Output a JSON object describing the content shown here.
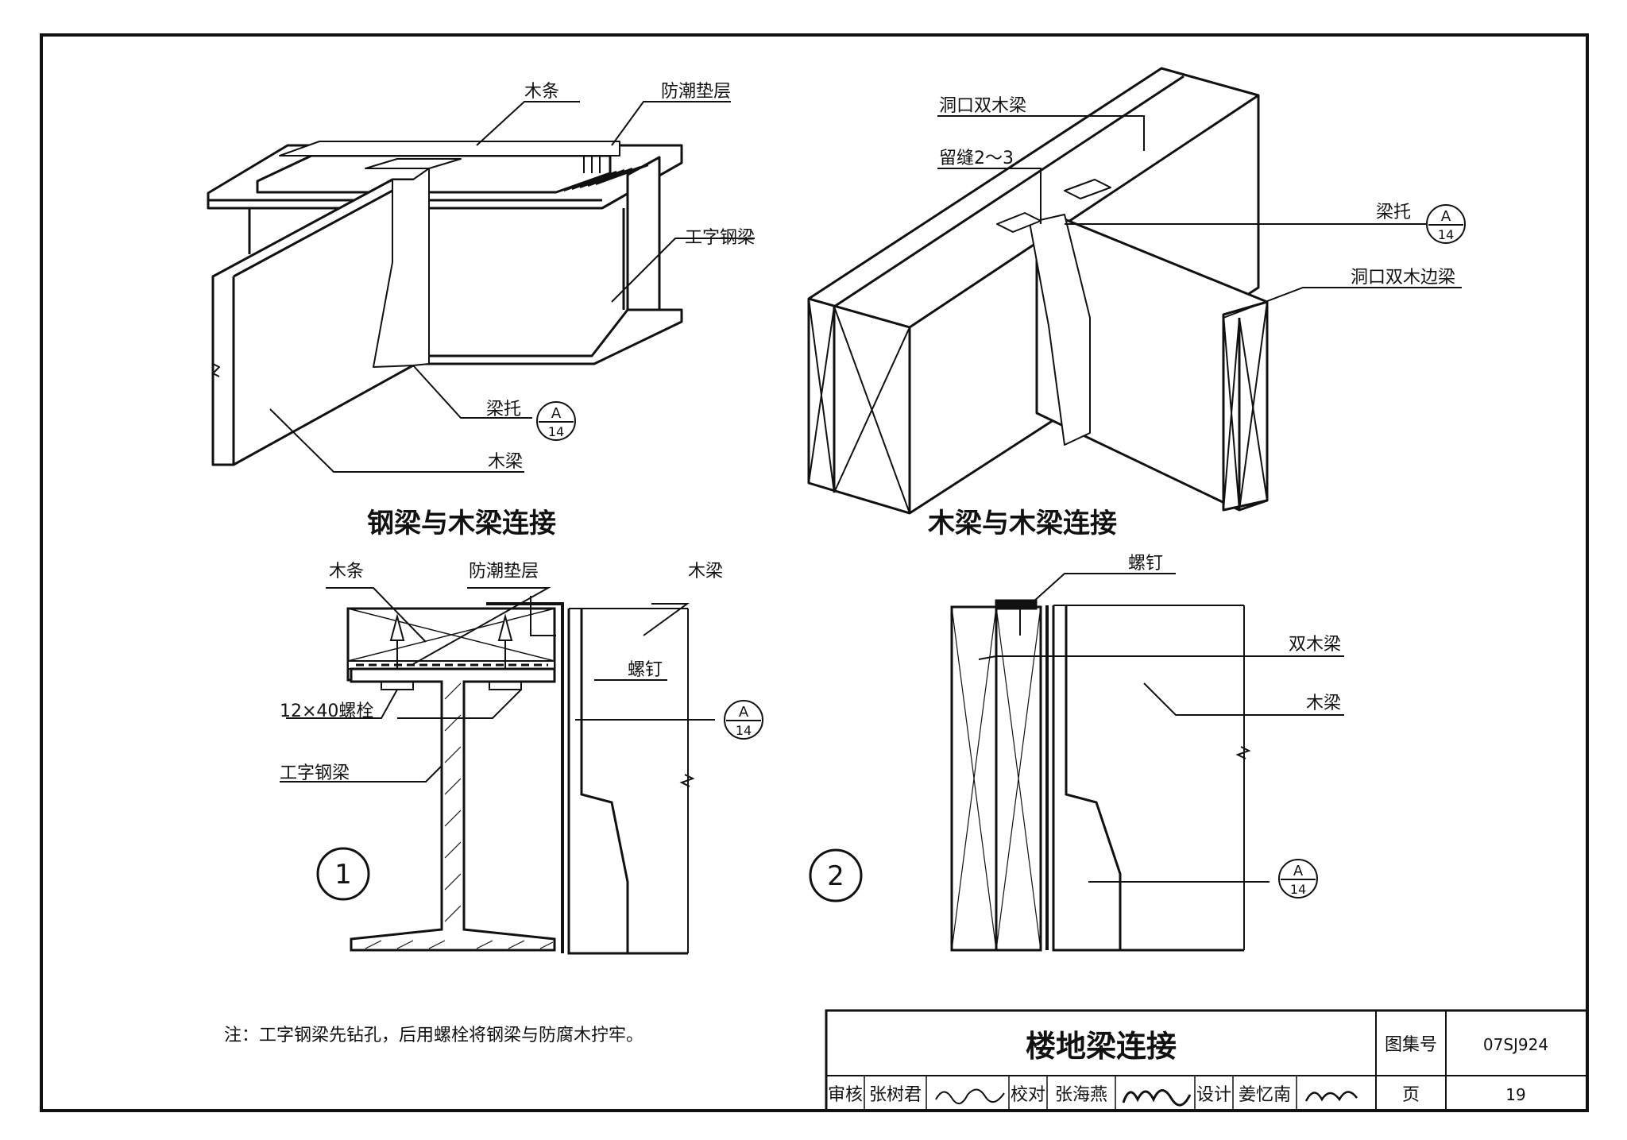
{
  "figure1": {
    "title": "钢梁与木梁连接",
    "labels": {
      "purlin": "木条",
      "moisture_pad": "防潮垫层",
      "i_beam": "工字钢梁",
      "hanger": "梁托",
      "wood_beam": "木梁"
    },
    "ref": {
      "letter": "A",
      "sheet": "14"
    }
  },
  "figure2": {
    "title": "木梁与木梁连接",
    "labels": {
      "double_beam": "洞口双木梁",
      "gap": "留缝2～3",
      "hanger": "梁托",
      "double_edge_beam": "洞口双木边梁"
    },
    "ref": {
      "letter": "A",
      "sheet": "14"
    }
  },
  "detail1": {
    "number": "1",
    "labels": {
      "purlin": "木条",
      "moisture_pad": "防潮垫层",
      "wood_beam": "木梁",
      "nail": "螺钉",
      "bolt": "12×40螺栓",
      "i_beam": "工字钢梁"
    },
    "ref": {
      "letter": "A",
      "sheet": "14"
    }
  },
  "detail2": {
    "number": "2",
    "labels": {
      "nail": "螺钉",
      "double_beam": "双木梁",
      "wood_beam": "木梁"
    },
    "ref": {
      "letter": "A",
      "sheet": "14"
    }
  },
  "note": "注：工字钢梁先钻孔，后用螺栓将钢梁与防腐木拧牢。",
  "title_block": {
    "title": "楼地梁连接",
    "atlas_label": "图集号",
    "atlas_no": "07SJ924",
    "review_label": "审核",
    "reviewer": "张树君",
    "check_label": "校对",
    "checker": "张海燕",
    "design_label": "设计",
    "designer": "姜忆南",
    "page_label": "页",
    "page_no": "19"
  }
}
